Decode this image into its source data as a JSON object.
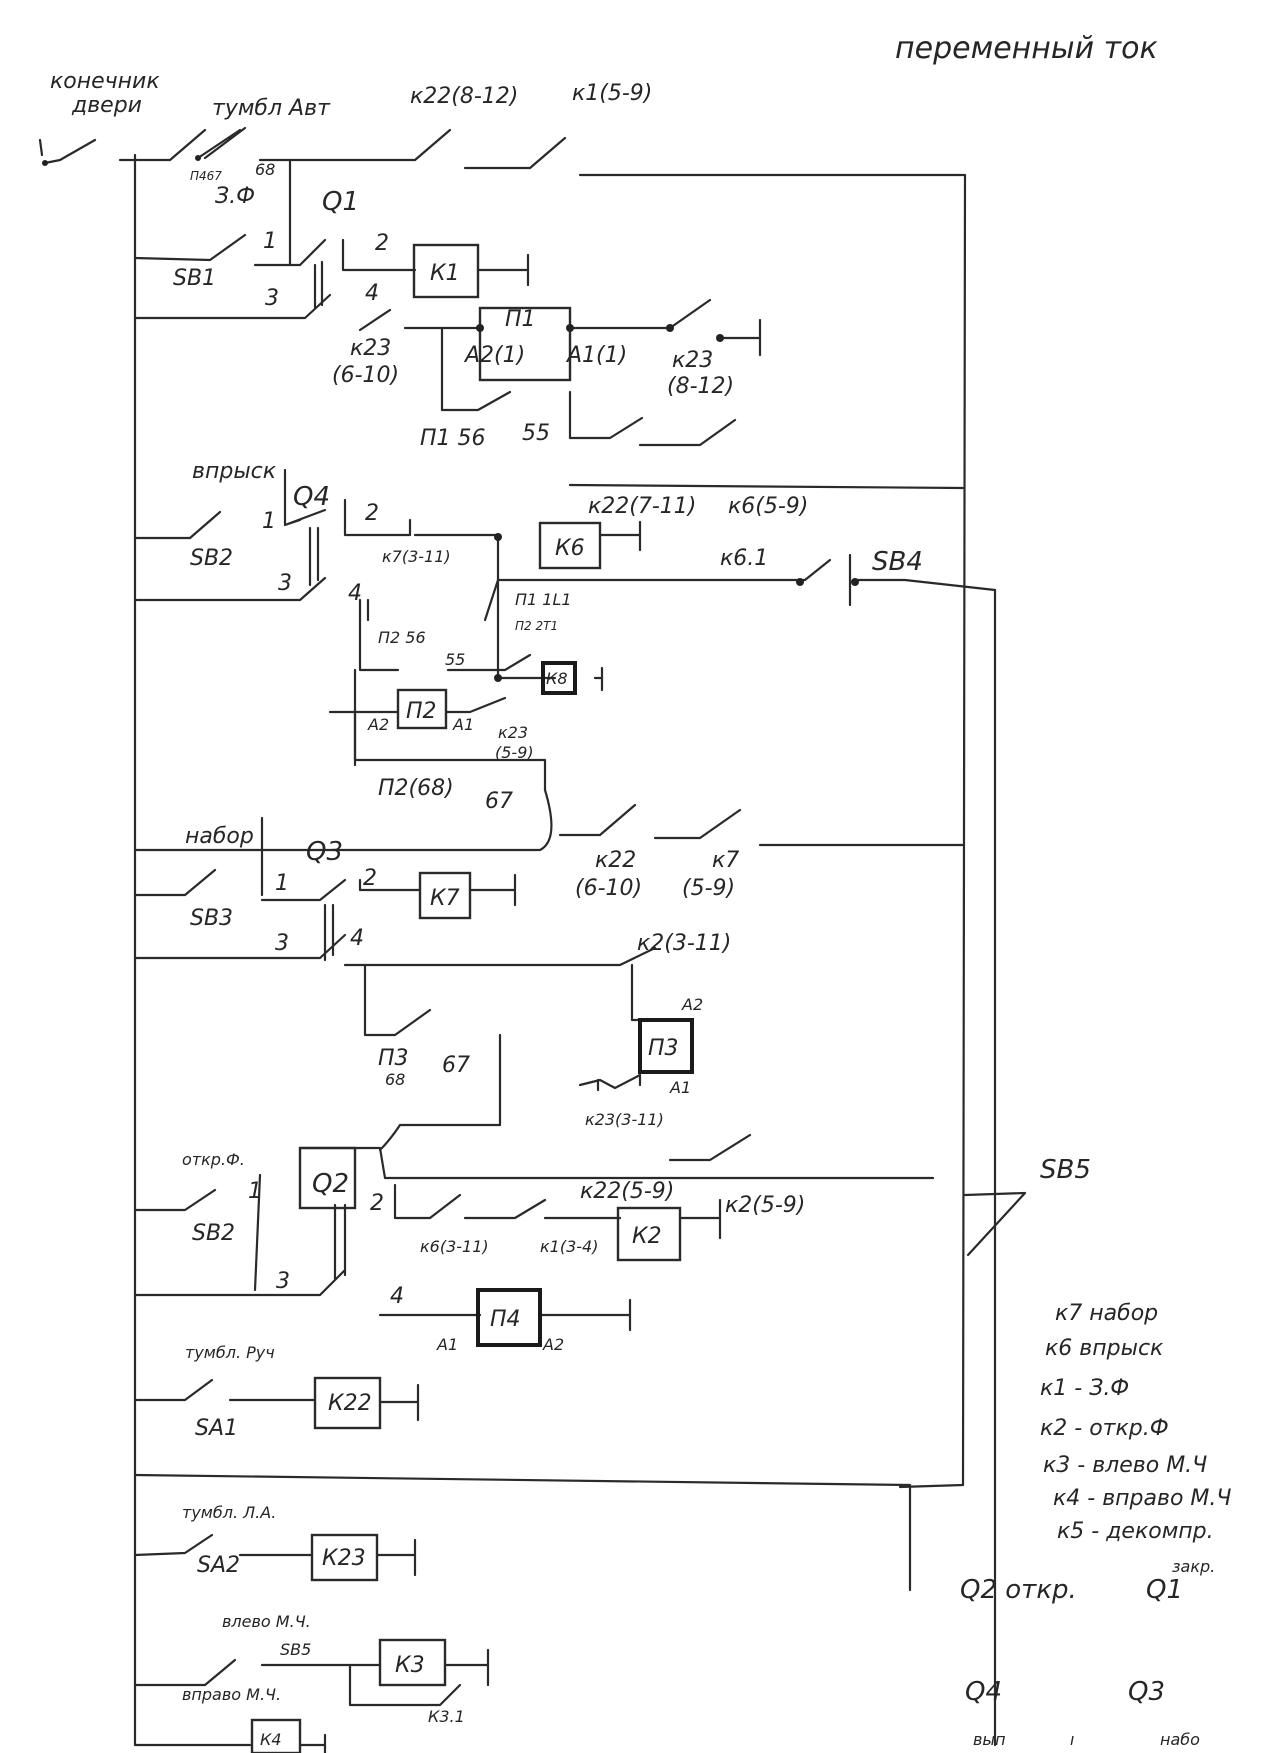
{
  "title": "переменный ток",
  "top": {
    "door_limit_1": "конечник",
    "door_limit_2": "двери",
    "auto_toggle": "тумбл Авт",
    "k22_contact": "к22(8-12)",
    "k1_contact": "к1(5-9)",
    "p4_67": "П467",
    "p4_68": "68",
    "close_f": "З.Ф"
  },
  "row_q1": {
    "q": "Q1",
    "sb": "SB1",
    "n1": "1",
    "n2": "2",
    "n3": "3",
    "n4": "4",
    "coil": "К1",
    "k23a_1": "к23",
    "k23a_2": "(6-10)",
    "p1": "П1",
    "p1_a2": "А2(1)",
    "p1_a1": "А1(1)",
    "k23b_1": "к23",
    "k23b_2": "(8-12)",
    "p1_56": "П1 56",
    "p1_55": "55"
  },
  "row_q4": {
    "label": "впрыск",
    "q": "Q4",
    "sb": "SB2",
    "n1": "1",
    "n2": "2",
    "n3": "3",
    "n4": "4",
    "k22": "к22(7-11)",
    "k6c": "к6(5-9)",
    "k7c": "к7(3-11)",
    "coil": "К6",
    "k61": "к6.1",
    "sb4": "SB4",
    "p1l1": "П1 1L1",
    "p2t1": "П2 2Т1",
    "p2_56": "П2 56",
    "p2_55": "55",
    "k8": "К8",
    "p2": "П2",
    "p2_a2": "А2",
    "p2_a1": "А1",
    "k23_1": "к23",
    "k23_2": "(5-9)",
    "p2_68": "П2(68)",
    "p2_67": "67"
  },
  "row_q3": {
    "label": "набор",
    "q": "Q3",
    "sb": "SB3",
    "n1": "1",
    "n2": "2",
    "n3": "3",
    "n4": "4",
    "coil": "К7",
    "k22_1": "к22",
    "k22_2": "(6-10)",
    "k7_1": "к7",
    "k7_2": "(5-9)",
    "k2c": "к2(3-11)",
    "p3_a2": "А2",
    "p3": "П3",
    "p3_a1": "А1",
    "k23c": "к23(3-11)",
    "p3_lbl": "П3",
    "p3_68": "68",
    "p3_67": "67"
  },
  "row_q2": {
    "label": "откр.Ф.",
    "q": "Q2",
    "sb": "SB2",
    "n1": "1",
    "n2": "2",
    "n3": "3",
    "n4": "4",
    "k22": "к22(5-9)",
    "k2": "к2(5-9)",
    "k6": "к6(3-11)",
    "k1": "к1(3-4)",
    "coil": "К2",
    "p4": "П4",
    "p4_a1": "А1",
    "p4_a2": "А2"
  },
  "row_manual": {
    "label": "тумбл. Руч",
    "sa": "SA1",
    "coil": "К22"
  },
  "row_la": {
    "label": "тумбл. Л.А.",
    "sa": "SA2",
    "coil": "К23"
  },
  "row_left": {
    "label": "влево М.Ч.",
    "sb": "SB5",
    "coil": "К3",
    "k31": "К3.1"
  },
  "row_right": {
    "label": "вправо М.Ч.",
    "coil": "К4"
  },
  "sb5_right": "SB5",
  "legend": [
    "к7 набор",
    "к6 впрыск",
    "к1 - З.Ф",
    "к2 - откр.Ф",
    "к3 - влево М.Ч",
    "к4 - вправо М.Ч",
    "к5 - декомпр."
  ],
  "q_notes": {
    "q2": "Q2 откр.",
    "q1": "Q1",
    "q1_sup": "закр.",
    "q4": "Q4",
    "q4_sub": "вып",
    "sep": "ı",
    "q3": "Q3",
    "q3_sub": "набо"
  }
}
